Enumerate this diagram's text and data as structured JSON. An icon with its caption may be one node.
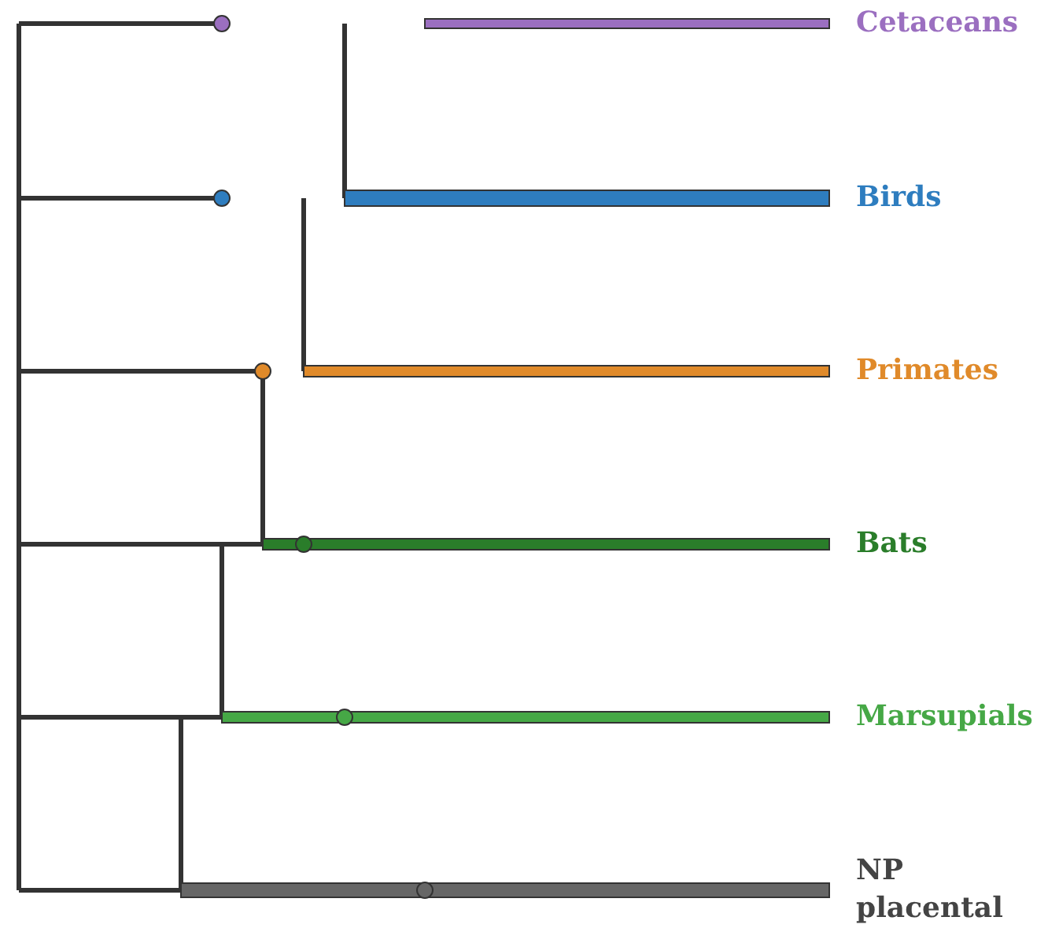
{
  "diagram": {
    "labels": [
      "Cetaceans",
      "Birds",
      "Primates",
      "Bats",
      "Marsupials",
      "NP placental"
    ]
  }
}
